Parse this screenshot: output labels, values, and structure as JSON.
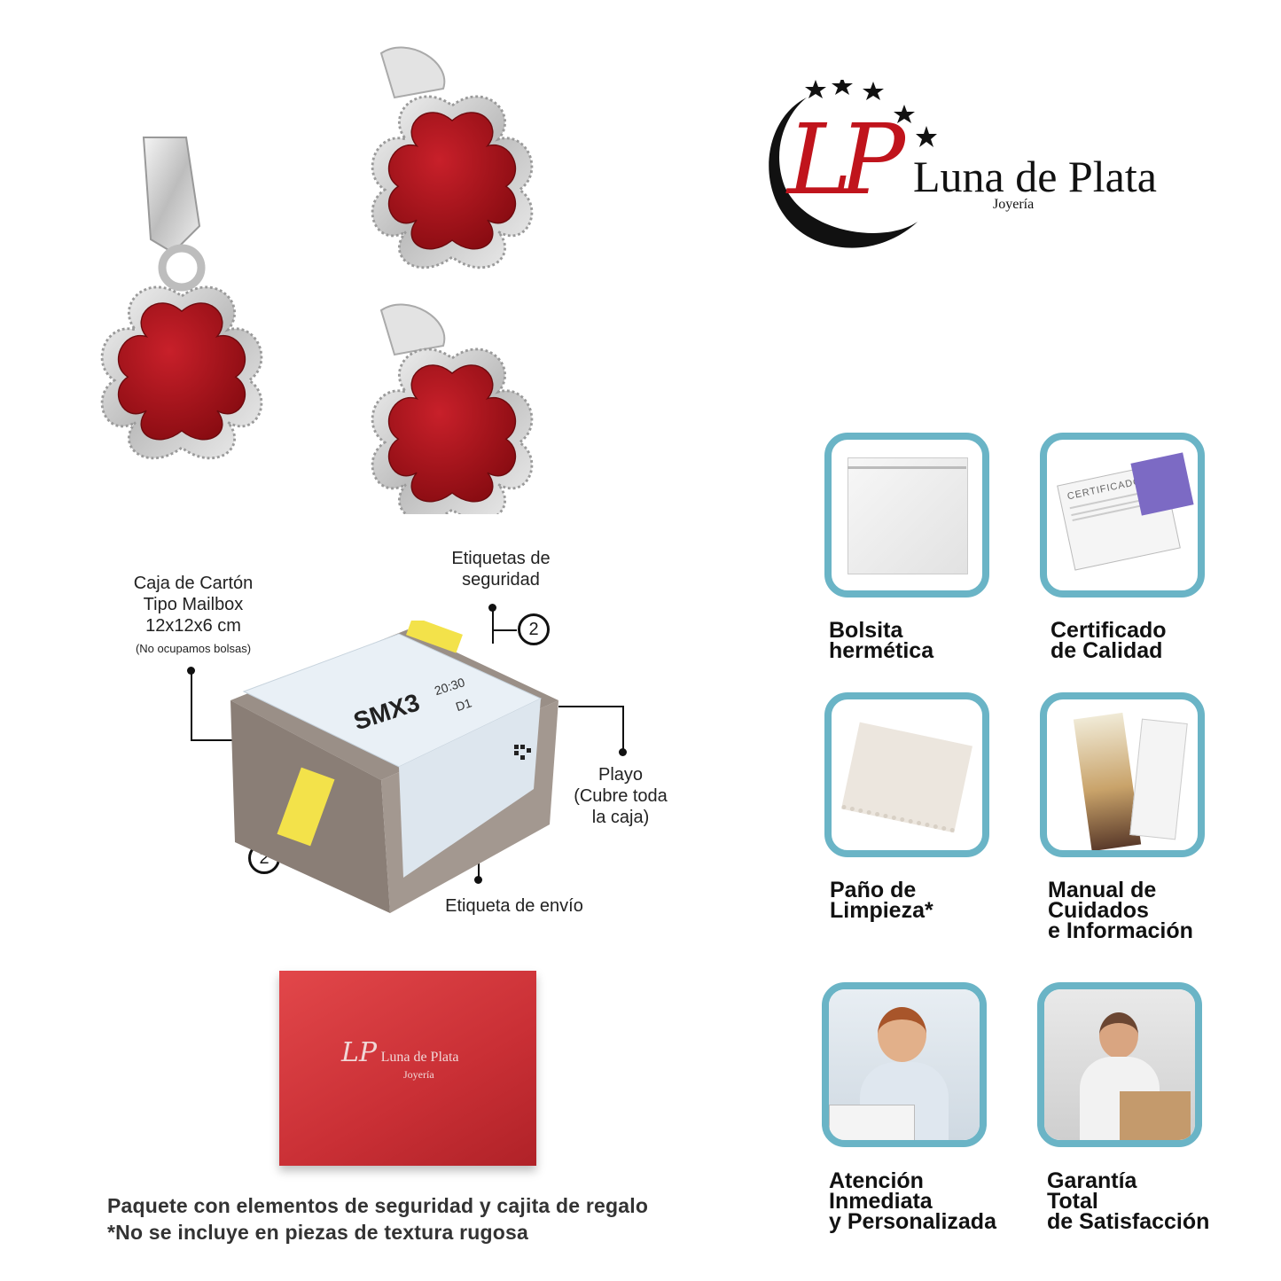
{
  "brand": {
    "name": "Luna de Plata",
    "subtitle": "Joyería",
    "monogram": "LP",
    "colors": {
      "red": "#c0141c",
      "black": "#111111"
    }
  },
  "package_labels": {
    "box": [
      "Caja de Cartón",
      "Tipo Mailbox",
      "12x12x6 cm"
    ],
    "box_note": "(No ocupamos bolsas)",
    "security": [
      "Etiquetas de",
      "seguridad"
    ],
    "wrap": [
      "Playo",
      "(Cubre toda",
      "la caja)"
    ],
    "shipping": "Etiqueta de envío",
    "security_count_top": "2",
    "security_count_side": "2"
  },
  "shipping_label": {
    "code": "SMX3",
    "time": "20:30",
    "route": "D1"
  },
  "features": [
    {
      "lines": [
        "Bolsita",
        "hermética"
      ],
      "icon": "zip-bag-icon"
    },
    {
      "lines": [
        "Certificado",
        "de Calidad"
      ],
      "icon": "certificate-icon"
    },
    {
      "lines": [
        "Paño de",
        "Limpieza*"
      ],
      "icon": "cleaning-cloth-icon"
    },
    {
      "lines": [
        "Manual de",
        "Cuidados",
        "e Información"
      ],
      "icon": "manual-icon"
    },
    {
      "lines": [
        "Atención",
        "Inmediata",
        "y Personalizada"
      ],
      "icon": "support-agent-icon"
    },
    {
      "lines": [
        "Garantía",
        "Total",
        "de Satisfacción"
      ],
      "icon": "happy-customer-icon"
    }
  ],
  "certificate_text": "CERTIFICADO",
  "footer": {
    "line1": "Paquete con elementos de seguridad y cajita de regalo",
    "line2": "*No se incluye en piezas de textura rugosa"
  }
}
